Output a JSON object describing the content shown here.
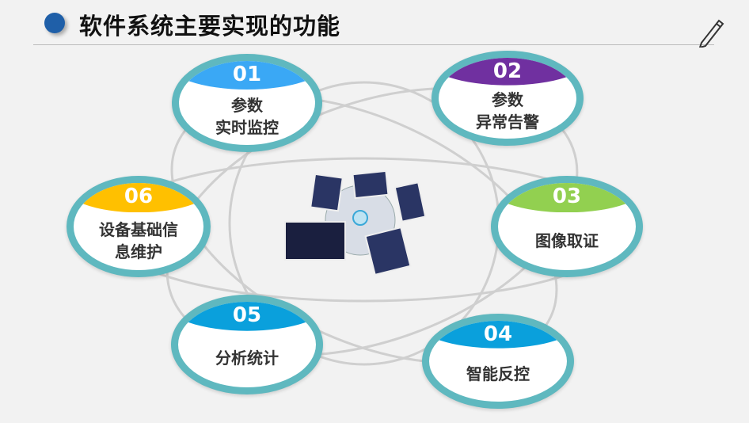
{
  "header": {
    "title": "软件系统主要实现的功能"
  },
  "nodes": [
    {
      "num": "01",
      "label": "参数\n实时监控",
      "color": "#3aa8f5"
    },
    {
      "num": "02",
      "label": "参数\n异常告警",
      "color": "#7030a0"
    },
    {
      "num": "03",
      "label": "图像取证",
      "color": "#92d050"
    },
    {
      "num": "04",
      "label": "智能反控",
      "color": "#0aa0dc"
    },
    {
      "num": "05",
      "label": "分析统计",
      "color": "#0aa0dc"
    },
    {
      "num": "06",
      "label": "设备基础信\n息维护",
      "color": "#ffc000"
    }
  ],
  "colors": {
    "ring": "#5fb8bf",
    "accent_dot": "#1f5fa8"
  }
}
